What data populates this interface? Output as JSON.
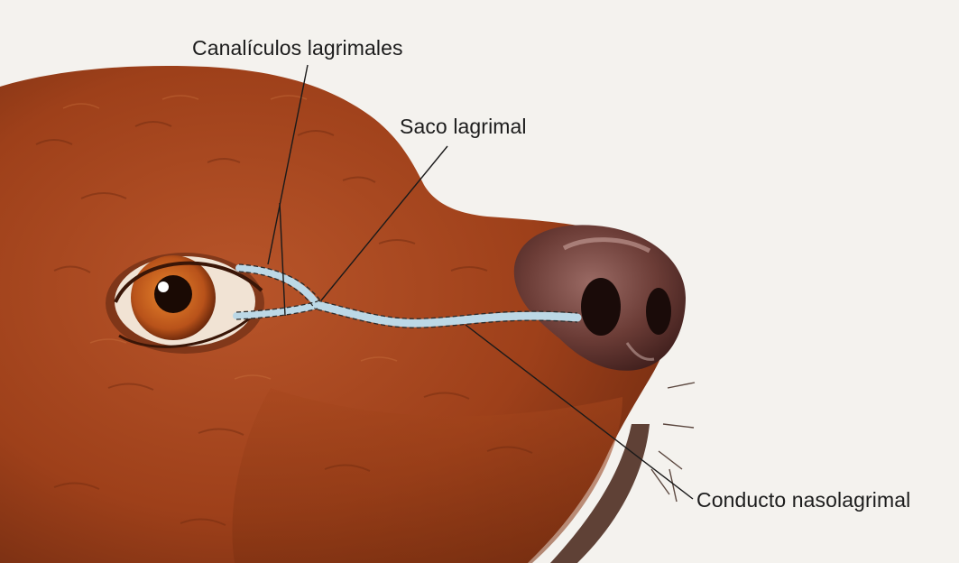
{
  "labels": {
    "canaliculos": "Canalículos lagrimales",
    "saco": "Saco lagrimal",
    "conducto": "Conducto nasolagrimal"
  },
  "colors": {
    "background": "#f4f2ee",
    "fur": "#a8471d",
    "fur_dark": "#6e2a10",
    "nose": "#5a2f2c",
    "iris": "#c8621a",
    "duct": "#bcd8e6",
    "leader_line": "#1a1a1a"
  }
}
